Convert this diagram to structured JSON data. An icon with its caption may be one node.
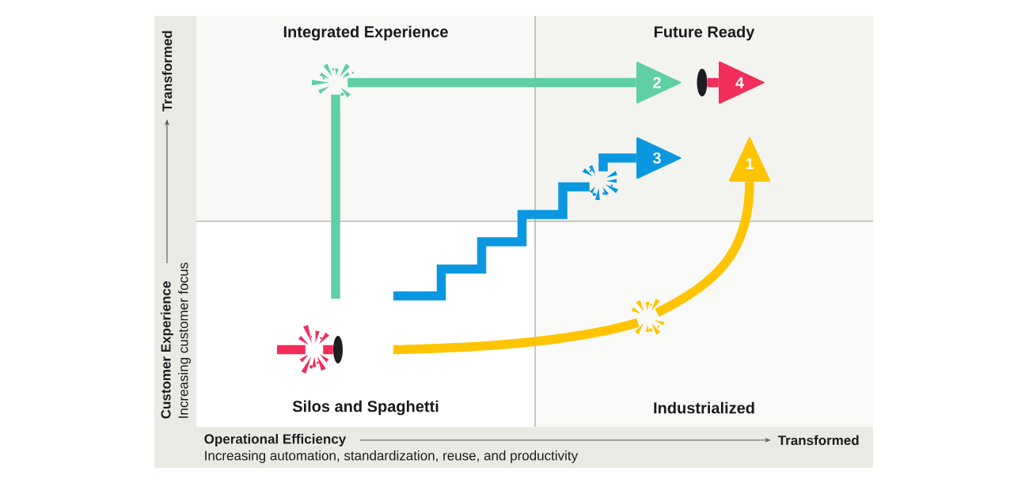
{
  "diagram": {
    "nodes": [
      {
        "text": [
          "Integrated Experience"
        ]
      },
      {
        "text": [
          "Future Ready"
        ]
      },
      {
        "text": [
          "Silos and Spaghetti"
        ]
      },
      {
        "text": [
          "Industrialized"
        ]
      },
      {
        "text": [],
        "shape": "burst",
        "in": 0
      },
      {
        "text": [
          "2"
        ],
        "in": 1
      },
      {
        "text": [],
        "shape": "ellipse",
        "in": 1
      },
      {
        "text": [
          "4"
        ],
        "in": 1
      },
      {
        "text": [
          "3"
        ],
        "in": 1
      },
      {
        "text": [
          "1"
        ],
        "in": 1
      },
      {
        "text": [],
        "shape": "burst",
        "in": 1
      },
      {
        "text": [],
        "shape": "burst",
        "in": 3
      },
      {
        "text": [],
        "shape": "burst",
        "in": 2
      },
      {
        "text": [],
        "shape": "ellipse",
        "in": 2
      }
    ],
    "edges": [
      {
        "from": null,
        "to": 4,
        "arrow": "none",
        "color": "#5fcfa4"
      },
      {
        "from": 4,
        "to": 5,
        "arrow": "none",
        "color": "#5fcfa4"
      },
      {
        "from": null,
        "to": 10,
        "arrow": "none",
        "color": "#0a97e0"
      },
      {
        "from": 10,
        "to": 8,
        "arrow": "none",
        "color": "#0a97e0"
      },
      {
        "from": null,
        "to": 11,
        "arrow": "none",
        "color": "#ffc400"
      },
      {
        "from": 11,
        "to": 9,
        "arrow": "none",
        "color": "#ffc400"
      },
      {
        "from": null,
        "to": 12,
        "arrow": "none",
        "color": "#f22d5a"
      },
      {
        "from": 12,
        "to": 13,
        "arrow": "none",
        "color": "#f22d5a"
      },
      {
        "from": 6,
        "to": 7,
        "arrow": "none",
        "color": "#f22d5a"
      }
    ],
    "labels": [
      "Transformed",
      "Customer Experience",
      "Increasing customer focus",
      "Operational Efficiency",
      "Transformed",
      "Increasing automation, standardization, reuse, and productivity"
    ]
  }
}
